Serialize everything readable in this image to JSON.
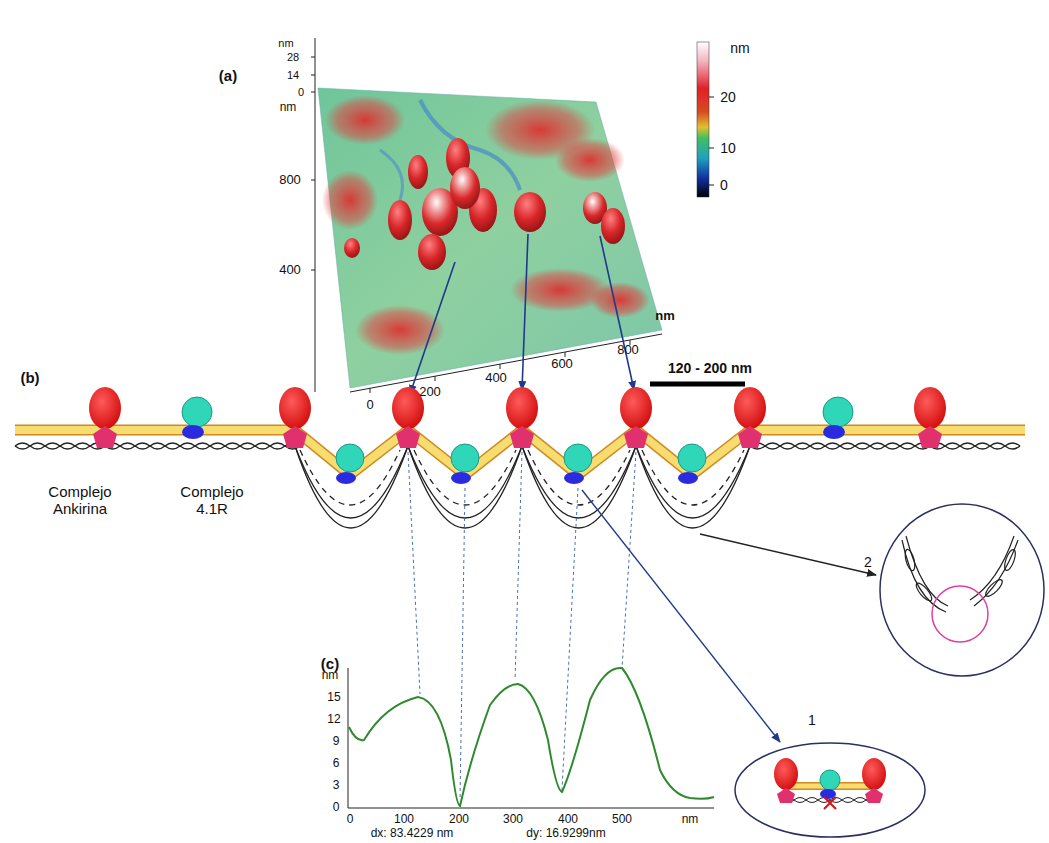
{
  "diagram": {
    "labels": [
      "(a)",
      "nm",
      "28",
      "14",
      "0",
      "nm",
      "800",
      "400",
      "0",
      "200",
      "400",
      "600",
      "800",
      "nm",
      "nm",
      "20",
      "10",
      "0",
      "(b)",
      "120 - 200 nm",
      "Complejo Ankirina",
      "Complejo 4.1R",
      "2",
      "1",
      "(c)",
      "nm",
      "15",
      "12",
      "9",
      "6",
      "3",
      "0",
      "0",
      "100",
      "200",
      "300",
      "400",
      "500",
      "nm",
      "dx: 83.4229 nm",
      "dy: 16.9299nm"
    ]
  }
}
